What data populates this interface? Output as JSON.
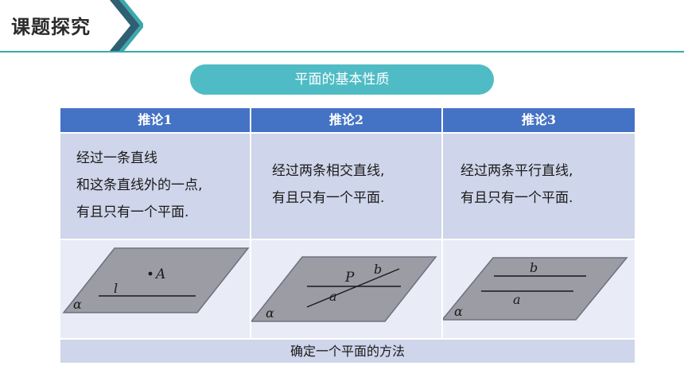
{
  "header": {
    "title": "课题探究"
  },
  "banner": {
    "label": "平面的基本性质"
  },
  "table": {
    "headers": [
      "推论1",
      "推论2",
      "推论3"
    ],
    "statements": [
      [
        "经过一条直线",
        "和这条直线外的一点,",
        "有且只有一个平面."
      ],
      [
        "经过两条相交直线,",
        "有且只有一个平面."
      ],
      [
        "经过两条平行直线,",
        "有且只有一个平面."
      ]
    ],
    "figure_labels": {
      "fig1": {
        "plane": "α",
        "line": "l",
        "point": "A"
      },
      "fig2": {
        "plane": "α",
        "line_a": "a",
        "line_b": "b",
        "point": "P"
      },
      "fig3": {
        "plane": "α",
        "line_a": "a",
        "line_b": "b"
      }
    },
    "footer": "确定一个平面的方法"
  },
  "colors": {
    "accent": "#3aa9ad",
    "banner": "#4fbcc5",
    "header_row": "#4472c4",
    "cell_bg": "#cfd5ea",
    "plane_fill": "#9b9ca4"
  }
}
